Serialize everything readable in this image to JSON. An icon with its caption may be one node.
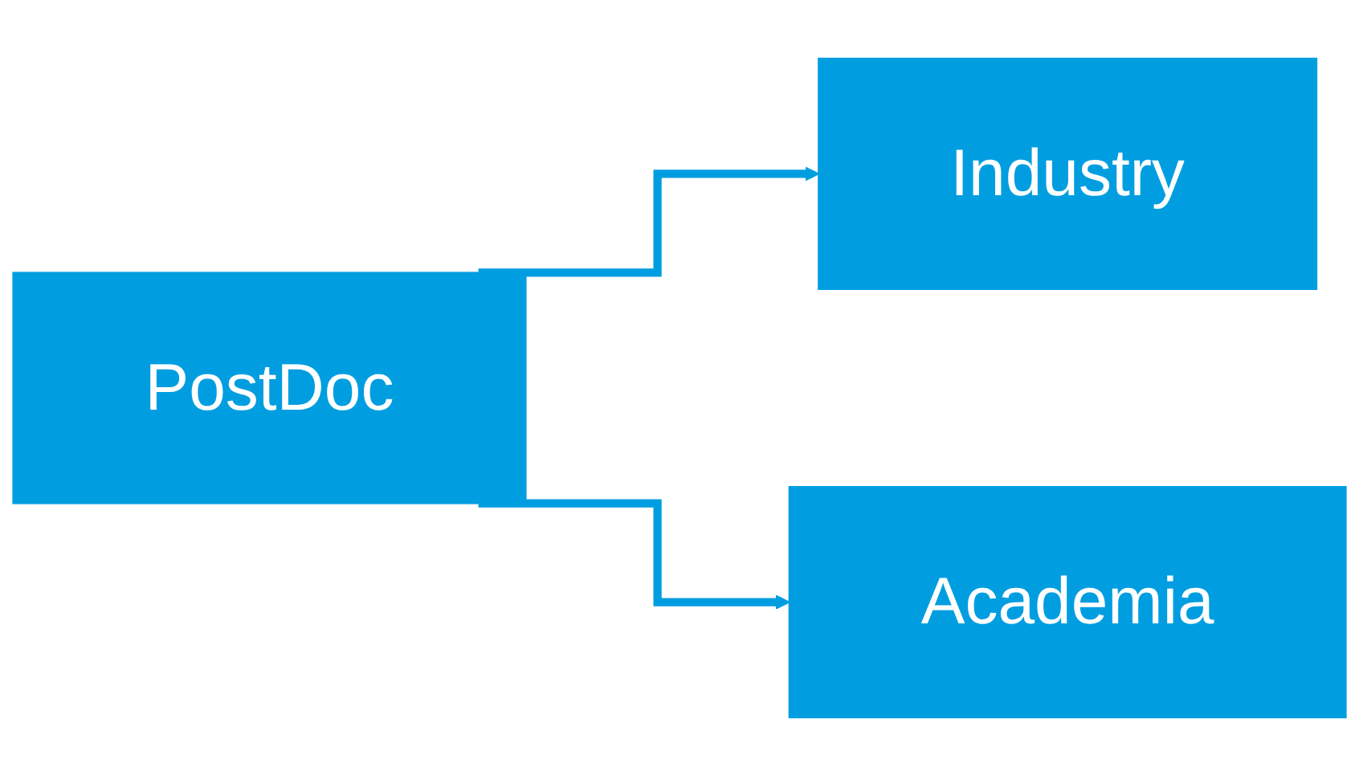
{
  "diagram": {
    "nodes": [
      {
        "text": [
          "PostDoc"
        ]
      },
      {
        "text": [
          "Industry"
        ]
      },
      {
        "text": [
          "Academia"
        ]
      }
    ],
    "edges": [
      {
        "from": 0,
        "to": 1,
        "arrow": "to"
      },
      {
        "from": 0,
        "to": 2,
        "arrow": "to"
      }
    ]
  }
}
